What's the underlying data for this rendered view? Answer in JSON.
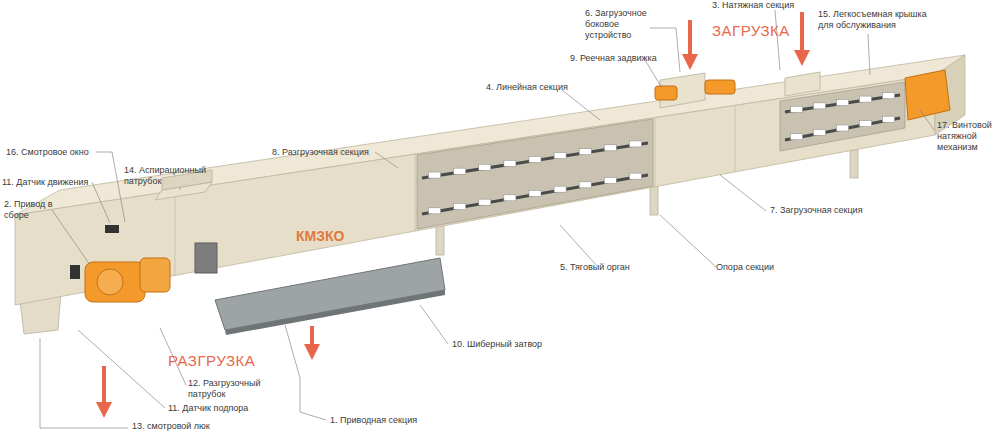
{
  "diagram": {
    "labels": [
      "6. Загрузочное боковое устройство",
      "3. Натяжная секция",
      "ЗАГРУЗКА",
      "15. Легкосъемная крышка для обслуживания",
      "9. Реечная задвижка",
      "4. Линейная секция",
      "17. Винтовой натяжной механизм",
      "16. Смотровое окно",
      "11. Датчик движения",
      "2. Привод в сборе",
      "14. Аспирационный патрубок",
      "8. Разгрузочная секция",
      "7. Загрузочная секция",
      "КМЗКО",
      "5. Тяговый орган",
      "Опора секции",
      "10. Шиберный затвор",
      "РАЗГРУЗКА",
      "12. Разгрузочный патрубок",
      "11. Датчик подпора",
      "1. Приводная секция",
      "13. смотровой люк"
    ]
  }
}
